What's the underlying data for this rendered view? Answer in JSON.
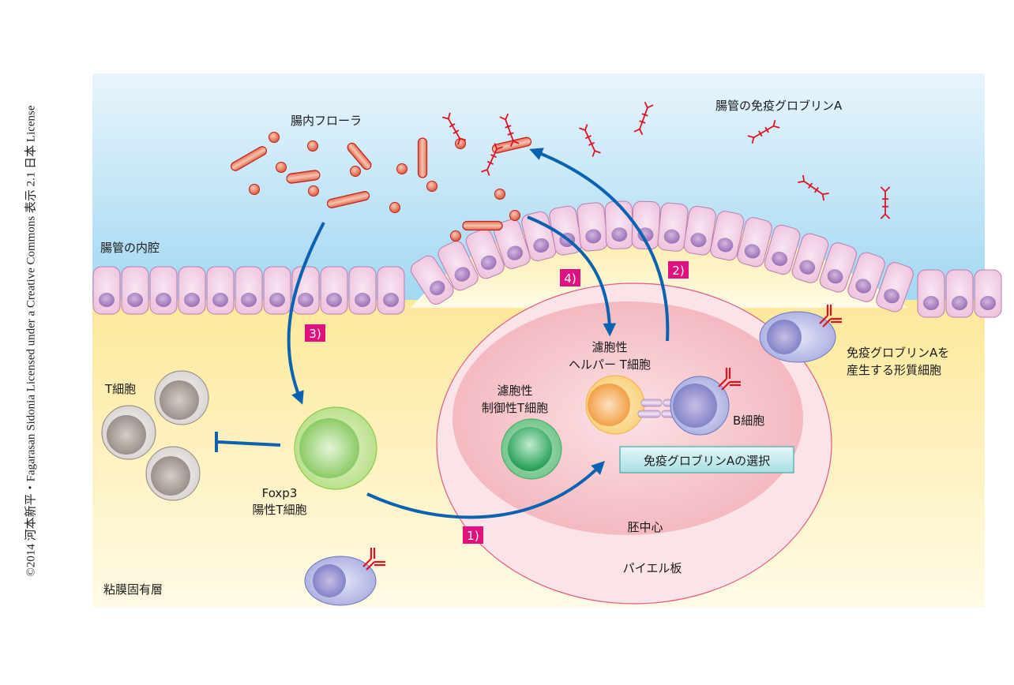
{
  "copyright": "©2014 河本新平・Fagarasan Sidonia Licensed under a Creative Commons 表示 2.1 日本 License",
  "labels": {
    "gut_flora": "腸内フローラ",
    "intestinal_iga": "腸管の免疫グロブリンA",
    "intestinal_lumen": "腸管の内腔",
    "t_cell": "T細胞",
    "foxp3_line1": "Foxp3",
    "foxp3_line2": "陽性T細胞",
    "tfh_line1": "濾胞性",
    "tfh_line2": "ヘルパー T細胞",
    "tfr_line1": "濾胞性",
    "tfr_line2": "制御性T細胞",
    "b_cell": "B細胞",
    "iga_selection": "免疫グロブリンAの選択",
    "plasma_line1": "免疫グロブリンAを",
    "plasma_line2": "産生する形質細胞",
    "germinal_center": "胚中心",
    "peyers_patch": "パイエル板",
    "lamina_propria": "粘膜固有層"
  },
  "steps": [
    {
      "id": "1",
      "label": "1)"
    },
    {
      "id": "2",
      "label": "2)"
    },
    {
      "id": "3",
      "label": "3)"
    },
    {
      "id": "4",
      "label": "4)"
    }
  ],
  "colors": {
    "lumen_top": "#e8f5fc",
    "lumen_bottom": "#9fd6f2",
    "lamina_top": "#fde89a",
    "lamina_bottom": "#fffbe6",
    "epithelium": "#f2cde3",
    "epithelium_stroke": "#b87fb0",
    "nucleus": "#a97dbd",
    "bacteria": "#e3785e",
    "bacteria_stroke": "#c0201a",
    "antibody": "#e01020",
    "arrow": "#0a63b0",
    "step_badge": "#e0107e",
    "peyer_outer": "#fbe3e8",
    "peyer_stroke": "#e05c80",
    "germinal": "#f5bfc6",
    "green_cell": "#9ed26a",
    "tfr_cell": "#2fa85a",
    "tfh_cell": "#f3a040",
    "b_cell": "#8f8fd0",
    "t_cell": "#a59a95",
    "selection_box": "#bfe8ea"
  }
}
